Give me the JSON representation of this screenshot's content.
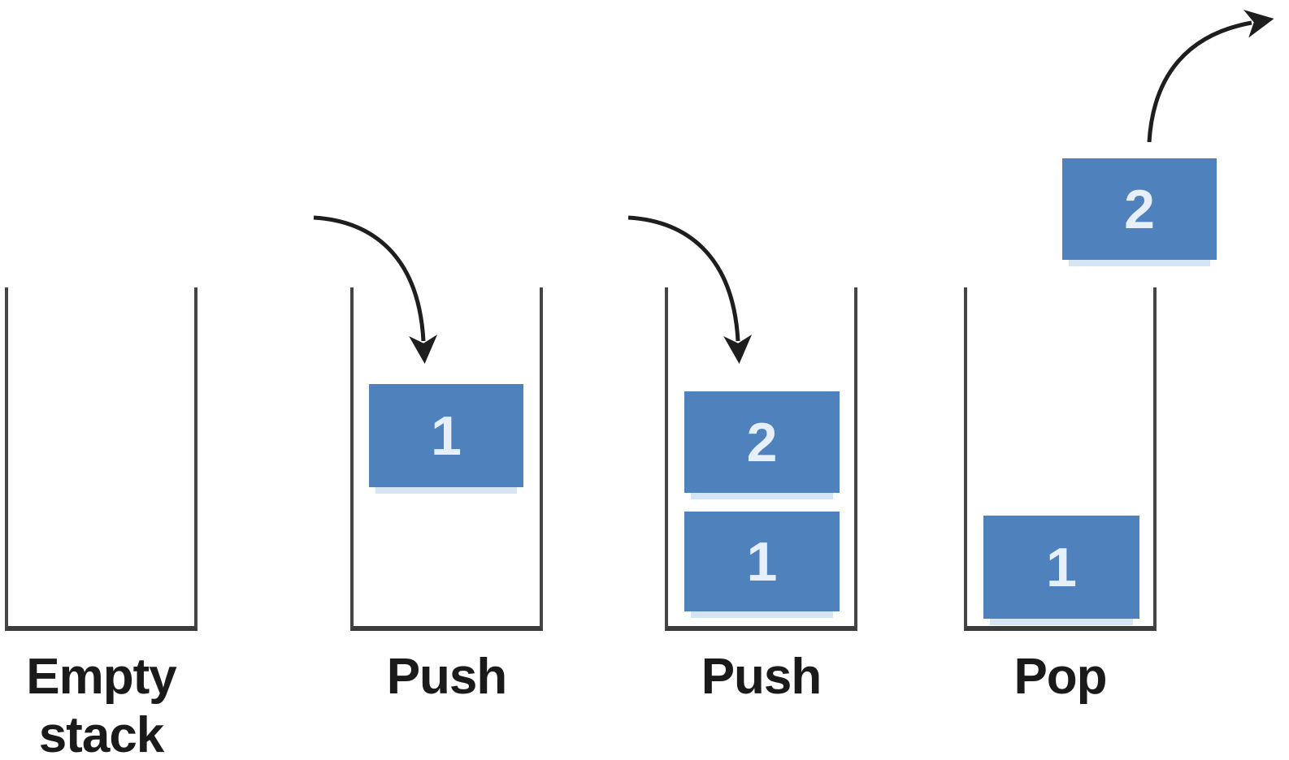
{
  "colors": {
    "block_fill": "#4f81bd",
    "block_number": "#e7f0fa",
    "container_outline": "#454545",
    "arrow": "#1e1e1e",
    "label_text": "#1a1a1a",
    "background": "#ffffff"
  },
  "icons": {
    "push_arrow_1": "curved-arrow-down-into-stack",
    "push_arrow_2": "curved-arrow-down-into-stack",
    "pop_arrow": "curved-arrow-up-out-of-stack"
  },
  "stages": [
    {
      "label": "Empty stack",
      "label_lines": [
        "Empty",
        "stack"
      ],
      "blocks": []
    },
    {
      "label": "Push",
      "blocks": [
        "1"
      ]
    },
    {
      "label": "Push",
      "blocks": [
        "2",
        "1"
      ]
    },
    {
      "label": "Pop",
      "blocks": [
        "1"
      ],
      "popped_block": "2"
    }
  ]
}
